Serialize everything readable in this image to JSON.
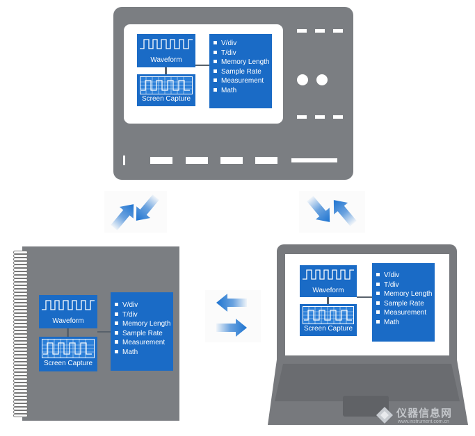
{
  "panel": {
    "waveform_label": "Waveform",
    "capture_label": "Screen Capture",
    "items": [
      "V/div",
      "T/div",
      "Memory Length",
      "Sample Rate",
      "Measurement",
      "Math"
    ]
  },
  "watermark": {
    "name": "仪器信息网",
    "url": "www.instrument.com.cn"
  },
  "colors": {
    "device_gray": "#7b7e82",
    "panel_blue": "#1a6bc6",
    "arrow_blue": "#1d73d0"
  },
  "icons": [
    "oscilloscope-icon",
    "notebook-icon",
    "laptop-icon",
    "square-wave-icon",
    "screen-capture-icon",
    "exchange-arrows-icon"
  ]
}
